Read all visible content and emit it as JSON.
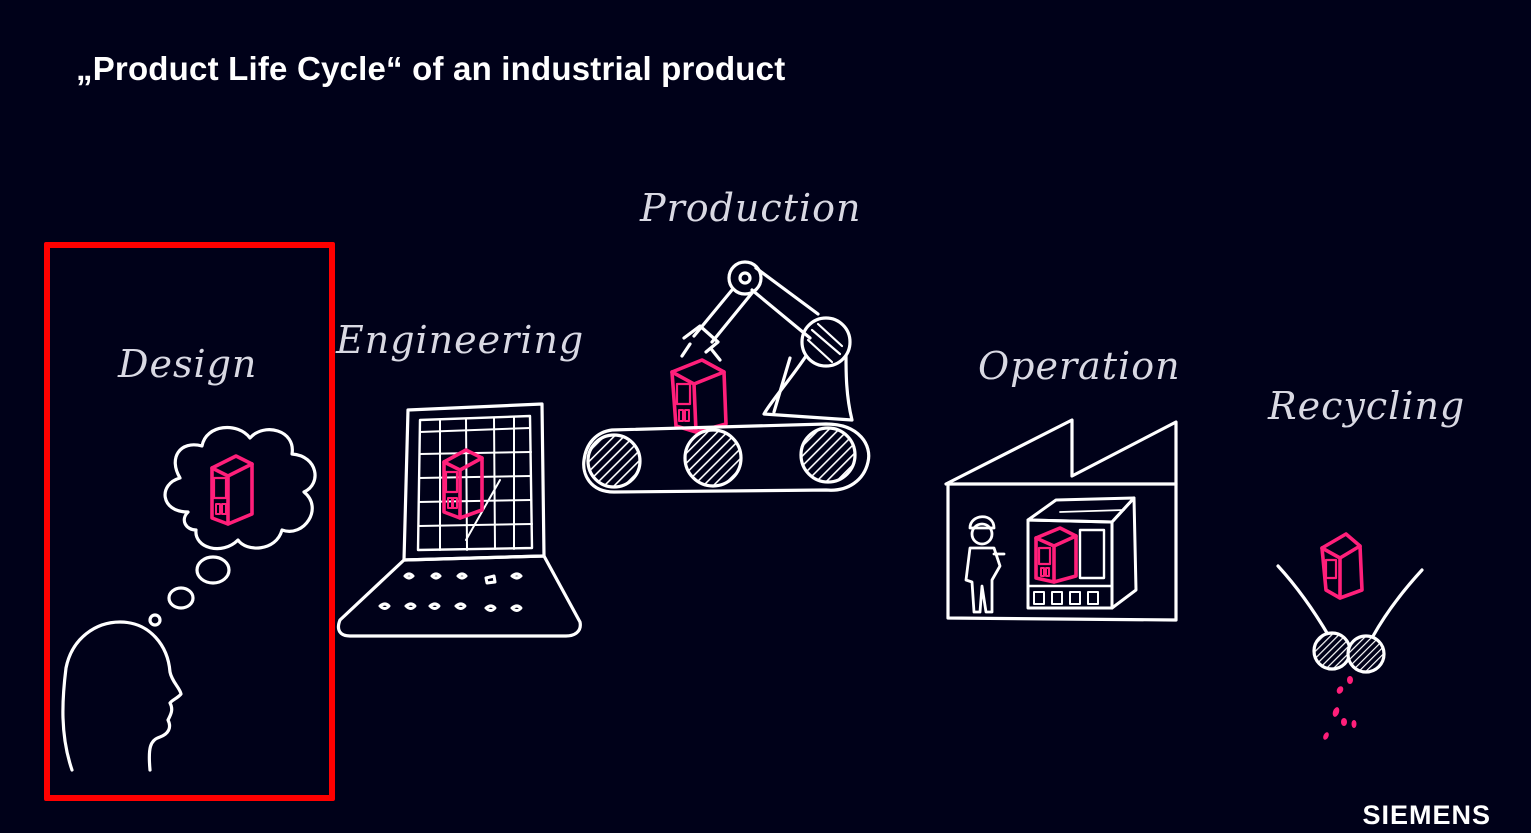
{
  "slide": {
    "title": "„Product Life Cycle“ of an industrial product",
    "brand": "SIEMENS",
    "footer": "",
    "highlight_color": "#ff0000",
    "background_color": "#000119",
    "product_color": "#ff1f7a"
  },
  "stages": [
    {
      "id": "design",
      "label": "Design",
      "highlighted": true,
      "icon": "head-thought-bubble-icon"
    },
    {
      "id": "engineering",
      "label": "Engineering",
      "highlighted": false,
      "icon": "laptop-icon"
    },
    {
      "id": "production",
      "label": "Production",
      "highlighted": false,
      "icon": "robot-arm-conveyor-icon"
    },
    {
      "id": "operation",
      "label": "Operation",
      "highlighted": false,
      "icon": "factory-hall-icon"
    },
    {
      "id": "recycling",
      "label": "Recycling",
      "highlighted": false,
      "icon": "shredder-icon"
    }
  ]
}
